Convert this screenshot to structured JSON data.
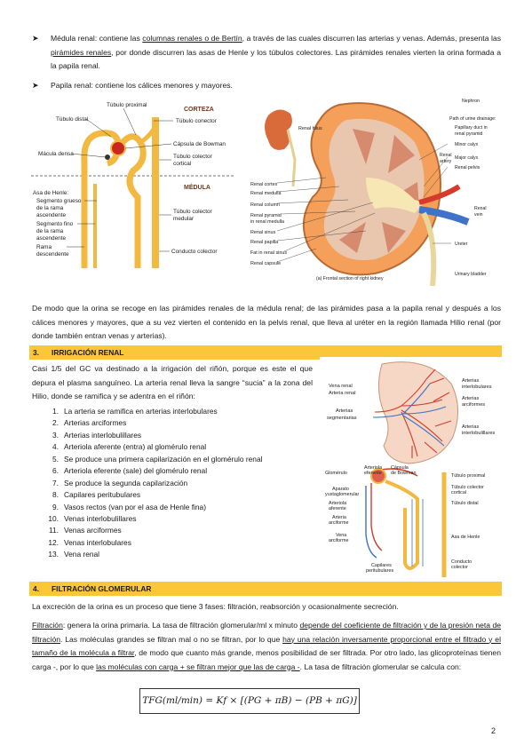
{
  "bullets": [
    {
      "label": "Médula renal",
      "parts": [
        {
          "t": "Médula renal: contiene las ",
          "u": false
        },
        {
          "t": "columnas renales o de Bertín",
          "u": true
        },
        {
          "t": ", a través de las cuales discurren las arterias y venas. Además, presenta las ",
          "u": false
        },
        {
          "t": "pirámides renales",
          "u": true
        },
        {
          "t": ", por donde discurren las asas de Henle y los túbulos colectores. Las pirámides renales vierten la orina formada a la papila renal.",
          "u": false
        }
      ]
    },
    {
      "label": "Papila renal",
      "parts": [
        {
          "t": "Papila renal: contiene los cálices menores y mayores.",
          "u": false
        }
      ]
    }
  ],
  "figure1": {
    "corteza": "CORTEZA",
    "medula": "MÉDULA",
    "left_labels": [
      "Túbulo distal",
      "Mácula densa",
      "Asa de Henle:",
      "Segmento grueso",
      "de la rama",
      "ascendente",
      "Segmento fino",
      "de la rama",
      "ascendente",
      "Rama",
      "descendente"
    ],
    "right_labels": [
      "Túbulo proximal",
      "Túbulo conector",
      "Cápsula de Bowman",
      "Túbulo colector",
      "cortical",
      "Túbulo colector",
      "medular",
      "Conducto colector"
    ]
  },
  "figure2": {
    "left_labels": [
      "Renal hilus",
      "Renal cortex",
      "Renal medulla",
      "Renal column",
      "Renal pyramid",
      "in renal medulla",
      "Renal sinus",
      "Renal papilla",
      "Fat in renal sinus",
      "Renal capsule"
    ],
    "right_labels": [
      "Nephron",
      "Path of urine drainage:",
      "Papillary duct in",
      "renal pyramid",
      "Minor calyx",
      "Major calyx",
      "Renal pelvis",
      "Renal",
      "artery",
      "Renal",
      "vein",
      "Ureter",
      "Urinary bladder"
    ],
    "caption": "(a) Frontal section of right kidney"
  },
  "paragraph1": "De modo que la orina se recoge en las pirámides renales de la médula renal; de las pirámides pasa a la papila renal y después a los cálices menores y mayores, que a su vez vierten el contenido en la pelvis renal, que lleva al uréter en la región llamada Hilio renal (por donde también entran venas y arterias).",
  "section3": {
    "number": "3.",
    "title": "IRRIGACIÓN RENAL"
  },
  "irrigation_intro": "Casi 1/5 del GC va destinado a la irrigación del riñón, porque es este el que depura el plasma sanguíneo. La arteria renal lleva la sangre “sucia” a la zona del Hilio, donde se ramifica y se adentra en el riñón:",
  "irrigation_steps": [
    "La arteria se ramifica en arterias interlobulares",
    "Arterias arciformes",
    "Arterias interlobulillares",
    "Arteriola aferente (entra) al glomérulo renal",
    "Se produce una primera capilarización en el glomérulo renal",
    "Arteriola eferente (sale) del glomérulo renal",
    "Se produce la segunda capilarización",
    "Capilares peritubulares",
    "Vasos rectos (van por el asa de Henle fina)",
    "Venas interlobulillares",
    "Venas arciformes",
    "Venas interlobulares",
    "Vena renal"
  ],
  "figure3": {
    "top_left_labels": [
      "Vena renal",
      "Arteria renal",
      "Arterias",
      "segmentarias"
    ],
    "top_right_labels": [
      "Arterias",
      "interlobulares",
      "Arterias",
      "arciformes",
      "Arterias",
      "interlobulillares"
    ],
    "bottom_top_labels": [
      "Arteriola",
      "eferente",
      "Cápsula",
      "de Bowman"
    ],
    "bottom_left_labels": [
      "Glomérulo",
      "Aparato",
      "yuxtaglomerular",
      "Arteriola",
      "aferente",
      "Arteria",
      "arciforme",
      "Vena",
      "arciforme"
    ],
    "bottom_right_labels": [
      "Túbulo proximal",
      "Túbulo colector",
      "cortical",
      "Túbulo distal",
      "Asa de Henle",
      "Conducto",
      "colector"
    ],
    "bottom_labels": [
      "Capilares",
      "peritubulares"
    ]
  },
  "section4": {
    "number": "4.",
    "title": "FILTRACIÓN GLOMERULAR"
  },
  "filtration_intro": "La excreción de la orina es un proceso que tiene 3 fases: filtración, reabsorción y ocasionalmente secreción.",
  "filtration_parts": [
    {
      "t": "Filtración",
      "u": true
    },
    {
      "t": ": genera la orina primaria. La tasa de filtración glomerular/ml x minuto ",
      "u": false
    },
    {
      "t": "depende del coeficiente de filtración y de la presión neta de filtración",
      "u": true
    },
    {
      "t": ". Las moléculas grandes se filtran mal o no se filtran, por lo que ",
      "u": false
    },
    {
      "t": "hay una relación inversamente proporcional entre el filtrado y el tamaño de la molécula a filtrar",
      "u": true
    },
    {
      "t": ", de modo que cuanto más grande, menos posibilidad de ser filtrada. Por otro lado, las glicoproteínas tienen carga -, por lo que ",
      "u": false
    },
    {
      "t": "las moléculas con carga + se filtran mejor que las de carga -",
      "u": true
    },
    {
      "t": ". La tasa de filtración glomerular se calcula con:",
      "u": false
    }
  ],
  "formula": "TFG(ml/min) = Kf × [(PG + πB) − (PB + πG)]",
  "page_number": "2",
  "colors": {
    "section_header": "#fbc73a",
    "cortex": "#f5a05a",
    "medulla": "#d9b3a0",
    "artery": "#d63a2a",
    "vein": "#3f73c9",
    "tubule": "#f2b840"
  }
}
